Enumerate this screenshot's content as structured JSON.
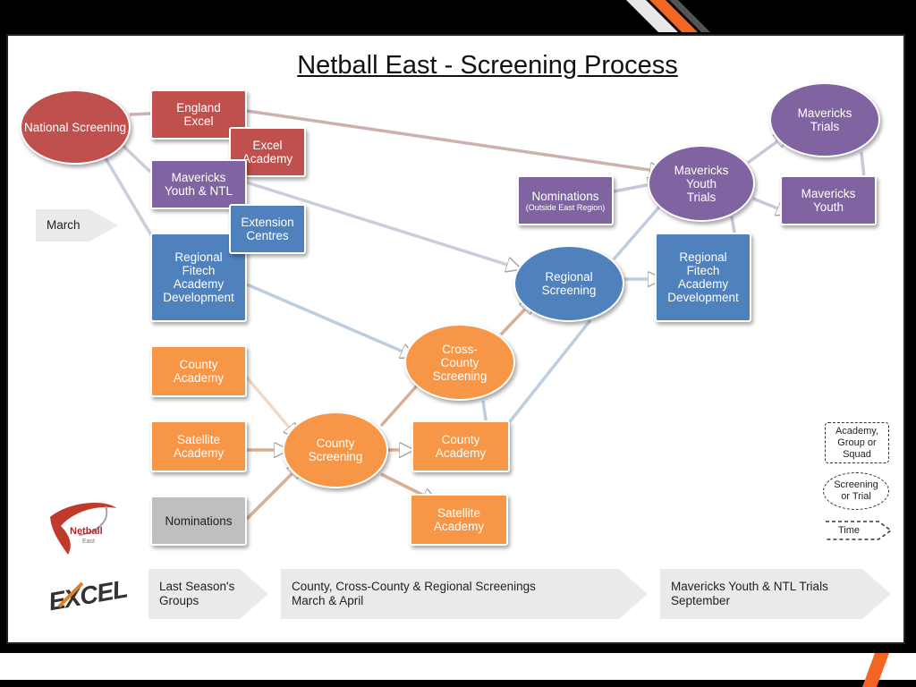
{
  "title": "Netball East - Screening Process",
  "colors": {
    "red": "#c0504d",
    "purple": "#8064a2",
    "blue": "#4f81bd",
    "orange": "#f79646",
    "grey": "#bfbfbf"
  },
  "nodes": {
    "national_screening": "National Screening",
    "england_excel": "England Excel",
    "excel_academy": "Excel Academy",
    "mavericks_youth_ntl": "Mavericks Youth & NTL",
    "extension_centres": "Extension Centres",
    "regional_fitech_academy_left": "Regional Fitech Academy Development",
    "county_academy_left": "County Academy",
    "satellite_academy_left": "Satellite Academy",
    "nominations_left": "Nominations",
    "county_screening": "County Screening",
    "cross_county_screening": "Cross-County Screening",
    "county_academy_right": "County Academy",
    "satellite_academy_right": "Satellite Academy",
    "regional_screening": "Regional Screening",
    "nominations_outside": "Nominations",
    "nominations_outside_sub": "(Outside East Region)",
    "mavericks_youth_trials": "Mavericks Youth Trials",
    "mavericks_trials": "Mavericks Trials",
    "mavericks_youth": "Mavericks Youth",
    "regional_fitech_academy_right": "Regional Fitech Academy Development"
  },
  "timeline": {
    "march": "March",
    "last_season_1": "Last Season's",
    "last_season_2": "Groups",
    "screenings_1": "County, Cross-County & Regional Screenings",
    "screenings_2": "March & April",
    "trials_1": "Mavericks Youth & NTL Trials",
    "trials_2": "September"
  },
  "legend": {
    "academy_group": "Academy, Group or Squad",
    "screening_trial": "Screening or Trial",
    "time": "Time"
  },
  "logos": {
    "netball": "Netball",
    "netball_sub": "East",
    "excel": "EXCEL"
  }
}
